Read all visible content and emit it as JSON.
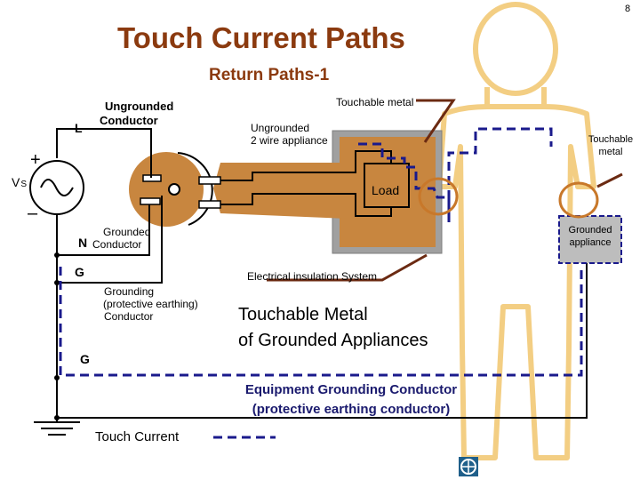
{
  "page_number": "8",
  "title": "Touch Current Paths",
  "subtitle": "Return Paths-1",
  "labels": {
    "line_letter": "L",
    "ungrounded_conductor": [
      "Ungrounded",
      "Conductor"
    ],
    "plus": "+",
    "minus": "–",
    "vs_main": "V",
    "vs_sub": "S",
    "neutral_letter": "N",
    "grounded_conductor": [
      "Grounded",
      "Conductor"
    ],
    "ground_letter_top": "G",
    "grounding_conductor": [
      "Grounding",
      "(protective earthing)",
      "Conductor"
    ],
    "ground_letter_bottom": "G",
    "touchable_metal_top": "Touchable metal",
    "ungrounded_appliance": [
      "Ungrounded",
      "2 wire appliance"
    ],
    "load": "Load",
    "touchable_metal_right": [
      "Touchable",
      "metal"
    ],
    "grounded_appliance": [
      "Grounded",
      "appliance"
    ],
    "electrical_insulation": "Electrical insulation System",
    "touchable_metal_grounded": [
      "Touchable Metal",
      "of Grounded Appliances"
    ],
    "egc": [
      "Equipment Grounding Conductor",
      "(protective earthing conductor)"
    ],
    "touch_current_legend": "Touch Current"
  },
  "colors": {
    "title": "#8B3A0F",
    "navy_line": "#1a1a8c",
    "appliance_brown": "#C8863F",
    "body_outline": "#F3CE83",
    "insulation_gray": "#A0A0A0",
    "arrow_brown": "#6B2A12",
    "oval_orange": "#C8782A",
    "grounded_box": "#BDBDBD"
  },
  "icons": {
    "corner_logo": "globe-logo-icon",
    "ac_source": "sine-wave-icon",
    "earth": "earth-ground-icon"
  }
}
